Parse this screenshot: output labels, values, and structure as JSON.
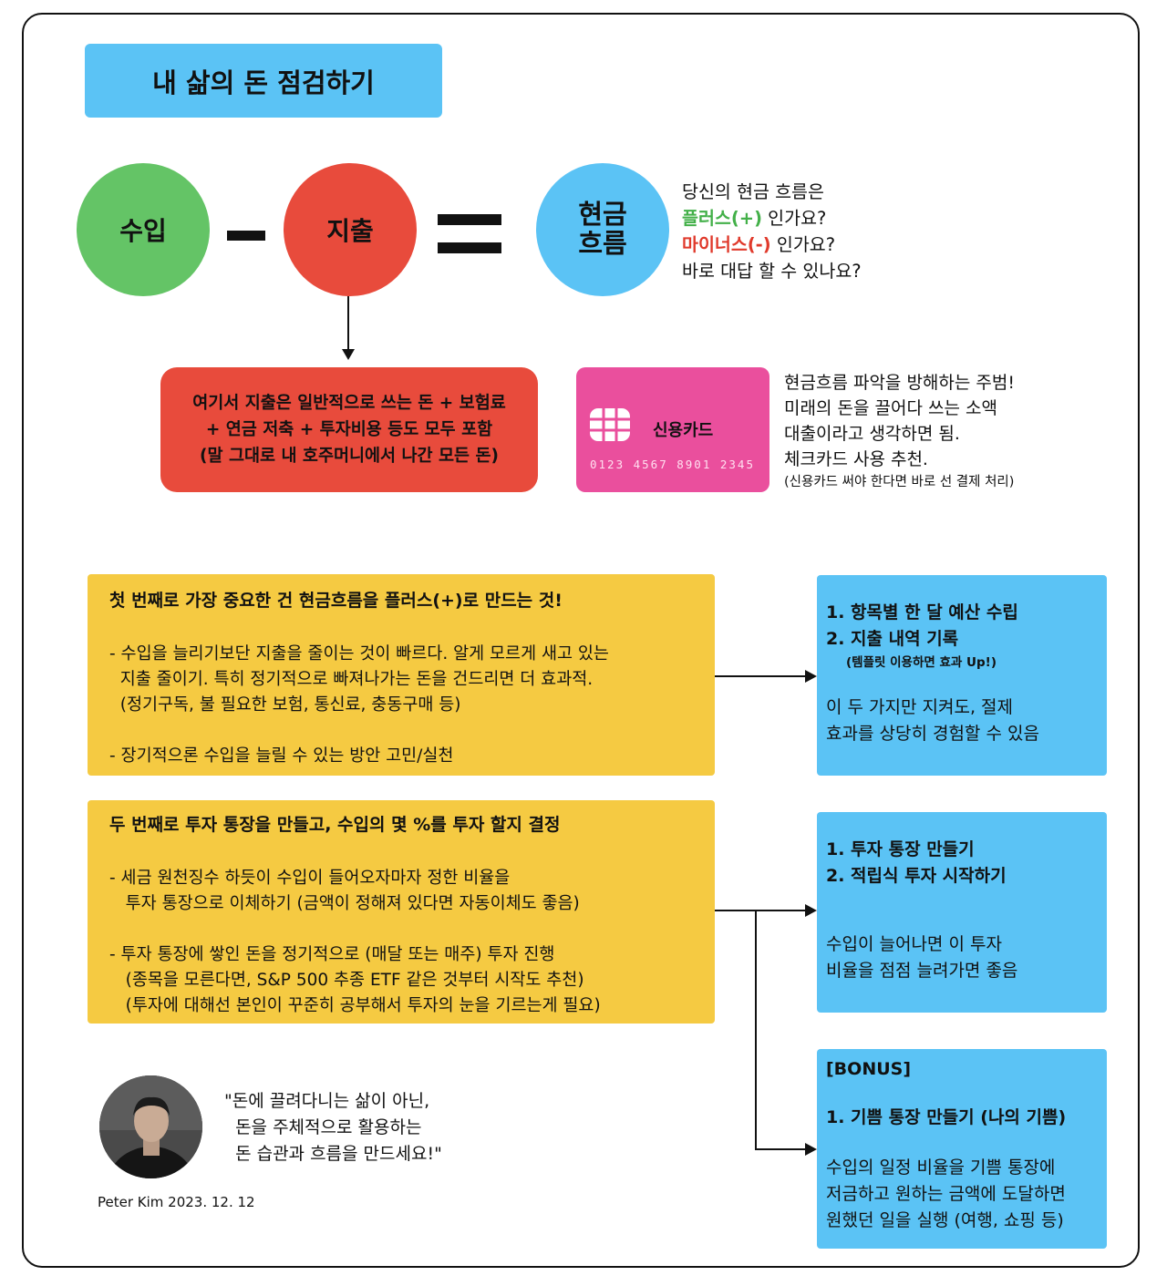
{
  "title": "내 삶의 돈 점검하기",
  "equation": {
    "income": "수입",
    "expense": "지출",
    "cashflow_line1": "현금",
    "cashflow_line2": "흐름"
  },
  "question": {
    "line1": "당신의 현금 흐름은",
    "plus": "플러스(+)",
    "plus_suffix": " 인가요?",
    "minus": "마이너스(-)",
    "minus_suffix": " 인가요?",
    "line4": "바로 대답 할 수 있나요?"
  },
  "expense_note": {
    "line1": "여기서 지출은 일반적으로 쓰는 돈 + 보험료",
    "line2": "+ 연금 저축 + 투자비용 등도 모두 포함",
    "line3": "(말 그대로 내 호주머니에서 나간 모든 돈)"
  },
  "credit_card": {
    "label": "신용카드",
    "number": "0123 4567 8901 2345",
    "note_lines": [
      "현금흐름 파악을 방해하는 주범!",
      "미래의 돈을 끌어다 쓰는 소액",
      "대출이라고 생각하면 됨.",
      "체크카드 사용 추천."
    ],
    "note_small": "(신용카드 써야 한다면 바로 선 결제 처리)"
  },
  "step1": {
    "heading": "첫 번째로 가장 중요한 건 현금흐름을 플러스(+)로 만드는 것!",
    "body": "\n- 수입을 늘리기보단 지출을 줄이는 것이 빠르다. 알게 모르게 새고 있는\n  지출 줄이기. 특히 정기적으로 빠져나가는 돈을 건드리면 더 효과적.\n  (정기구독, 불 필요한 보험, 통신료, 충동구매 등)\n\n- 장기적으론 수입을 늘릴 수 있는 방안 고민/실천"
  },
  "step1_box": {
    "item1": "1. 항목별 한 달 예산 수립",
    "item2": "2. 지출 내역 기록",
    "item2_note": "(템플릿 이용하면 효과 Up!)",
    "body_line1": "이 두 가지만 지켜도, 절제",
    "body_line2": "효과를 상당히 경험할 수 있음"
  },
  "step2": {
    "heading": "두 번째로 투자 통장을 만들고, 수입의 몇 %를 투자 할지 결정",
    "body": "\n- 세금 원천징수 하듯이 수입이 들어오자마자 정한 비율을\n   투자 통장으로 이체하기 (금액이 정해져 있다면 자동이체도 좋음)\n\n- 투자 통장에 쌓인 돈을 정기적으로 (매달 또는 매주) 투자 진행\n   (종목을 모른다면, S&P 500 추종 ETF 같은 것부터 시작도 추천)\n   (투자에 대해선 본인이 꾸준히 공부해서 투자의 눈을 기르는게 필요)"
  },
  "step2_box": {
    "item1": "1. 투자 통장 만들기",
    "item2": "2. 적립식 투자 시작하기",
    "body_line1": "수입이 늘어나면 이 투자",
    "body_line2": "비율을 점점 늘려가면 좋음"
  },
  "bonus_box": {
    "tag": "[BONUS]",
    "item1": "1. 기쁨 통장 만들기 (나의 기쁨)",
    "body_line1": "수입의 일정 비율을 기쁨 통장에",
    "body_line2": "저금하고 원하는 금액에 도달하면",
    "body_line3": "원했던 일을 실행 (여행, 쇼핑 등)"
  },
  "quote": "\"돈에 끌려다니는 삶이 아닌,\n  돈을 주체적으로 활용하는\n  돈 습관과 흐름을 만드세요!\"",
  "author": "Peter Kim 2023. 12. 12",
  "colors": {
    "title_bg": "#5bc3f5",
    "income": "#64c466",
    "expense": "#e84b3c",
    "cashflow": "#5bc3f5",
    "card": "#ea4f9d",
    "step_box": "#f5ca42",
    "action_box": "#5bc3f5",
    "plus_text": "#43b049",
    "minus_text": "#e0392b"
  }
}
